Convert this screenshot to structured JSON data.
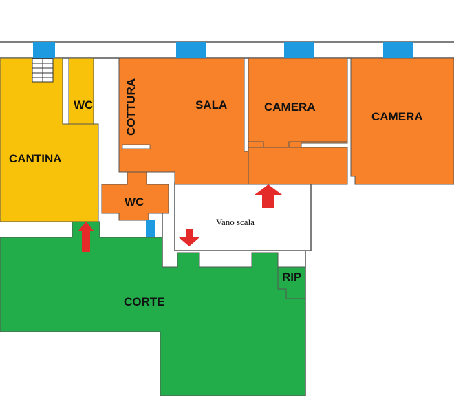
{
  "plan": {
    "rooms": {
      "cantina": "CANTINA",
      "wc_top": "WC",
      "cottura": "COTTURA",
      "sala": "SALA",
      "camera_1": "CAMERA",
      "camera_2": "CAMERA",
      "wc_center": "WC",
      "vano_scala": "Vano scala",
      "corte": "CORTE",
      "rip": "RIP"
    },
    "colors": {
      "cantina": "#f9c20a",
      "living": "#f7822a",
      "corte": "#22ad4a",
      "window": "#1e9be0",
      "arrow": "#e52a2a",
      "wall": "#555555"
    }
  }
}
